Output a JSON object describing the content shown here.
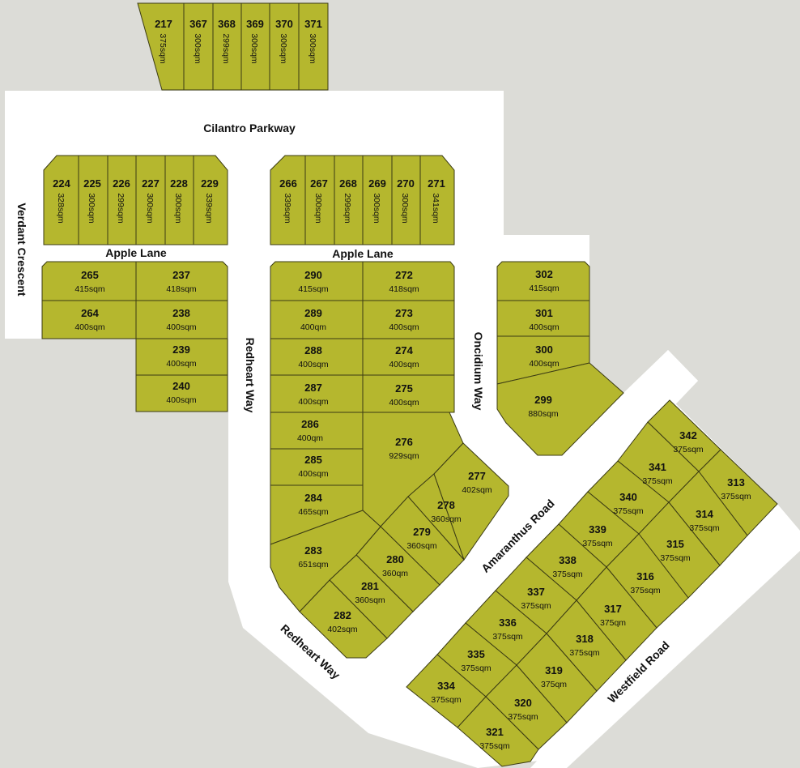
{
  "roads": {
    "cilantro": "Cilantro Parkway",
    "verdant": "Verdant Crescent",
    "apple_left": "Apple Lane",
    "apple_right": "Apple Lane",
    "redheart_v": "Redheart Way",
    "redheart_d": "Redheart Way",
    "oncidium": "Oncidium Way",
    "amaranthus": "Amaranthus Road",
    "westfield": "Westfield Road"
  },
  "lots": {
    "217": {
      "num": "217",
      "area": "375sqm"
    },
    "367": {
      "num": "367",
      "area": "300sqm"
    },
    "368": {
      "num": "368",
      "area": "299sqm"
    },
    "369": {
      "num": "369",
      "area": "300sqm"
    },
    "370": {
      "num": "370",
      "area": "300sqm"
    },
    "371": {
      "num": "371",
      "area": "300sqm"
    },
    "224": {
      "num": "224",
      "area": "328sqm"
    },
    "225": {
      "num": "225",
      "area": "300sqm"
    },
    "226": {
      "num": "226",
      "area": "299sqm"
    },
    "227": {
      "num": "227",
      "area": "300sqm"
    },
    "228": {
      "num": "228",
      "area": "300sqm"
    },
    "229": {
      "num": "229",
      "area": "339sqm"
    },
    "266": {
      "num": "266",
      "area": "339sqm"
    },
    "267": {
      "num": "267",
      "area": "300sqm"
    },
    "268": {
      "num": "268",
      "area": "299sqm"
    },
    "269": {
      "num": "269",
      "area": "300sqm"
    },
    "270": {
      "num": "270",
      "area": "300sqm"
    },
    "271": {
      "num": "271",
      "area": "341sqm"
    },
    "265": {
      "num": "265",
      "area": "415sqm"
    },
    "237": {
      "num": "237",
      "area": "418sqm"
    },
    "264": {
      "num": "264",
      "area": "400sqm"
    },
    "238": {
      "num": "238",
      "area": "400sqm"
    },
    "239": {
      "num": "239",
      "area": "400sqm"
    },
    "240": {
      "num": "240",
      "area": "400sqm"
    },
    "290": {
      "num": "290",
      "area": "415sqm"
    },
    "272": {
      "num": "272",
      "area": "418sqm"
    },
    "289": {
      "num": "289",
      "area": "400qm"
    },
    "273": {
      "num": "273",
      "area": "400sqm"
    },
    "288": {
      "num": "288",
      "area": "400sqm"
    },
    "274": {
      "num": "274",
      "area": "400sqm"
    },
    "287": {
      "num": "287",
      "area": "400sqm"
    },
    "275": {
      "num": "275",
      "area": "400sqm"
    },
    "286": {
      "num": "286",
      "area": "400qm"
    },
    "285": {
      "num": "285",
      "area": "400sqm"
    },
    "284": {
      "num": "284",
      "area": "465sqm"
    },
    "276": {
      "num": "276",
      "area": "929sqm"
    },
    "277": {
      "num": "277",
      "area": "402sqm"
    },
    "278": {
      "num": "278",
      "area": "360sqm"
    },
    "279": {
      "num": "279",
      "area": "360sqm"
    },
    "280": {
      "num": "280",
      "area": "360qm"
    },
    "281": {
      "num": "281",
      "area": "360sqm"
    },
    "282": {
      "num": "282",
      "area": "402sqm"
    },
    "283": {
      "num": "283",
      "area": "651sqm"
    },
    "302": {
      "num": "302",
      "area": "415sqm"
    },
    "301": {
      "num": "301",
      "area": "400sqm"
    },
    "300": {
      "num": "300",
      "area": "400sqm"
    },
    "299": {
      "num": "299",
      "area": "880sqm"
    },
    "342": {
      "num": "342",
      "area": "375sqm"
    },
    "341": {
      "num": "341",
      "area": "375sqm"
    },
    "313": {
      "num": "313",
      "area": "375sqm"
    },
    "340": {
      "num": "340",
      "area": "375sqm"
    },
    "314": {
      "num": "314",
      "area": "375sqm"
    },
    "339": {
      "num": "339",
      "area": "375sqm"
    },
    "315": {
      "num": "315",
      "area": "375sqm"
    },
    "338": {
      "num": "338",
      "area": "375sqm"
    },
    "316": {
      "num": "316",
      "area": "375sqm"
    },
    "337": {
      "num": "337",
      "area": "375sqm"
    },
    "317": {
      "num": "317",
      "area": "375qm"
    },
    "336": {
      "num": "336",
      "area": "375sqm"
    },
    "318": {
      "num": "318",
      "area": "375sqm"
    },
    "335": {
      "num": "335",
      "area": "375sqm"
    },
    "319": {
      "num": "319",
      "area": "375qm"
    },
    "334": {
      "num": "334",
      "area": "375sqm"
    },
    "320": {
      "num": "320",
      "area": "375sqm"
    },
    "321": {
      "num": "321",
      "area": "375sqm"
    }
  },
  "colors": {
    "lot": "#b5b72e",
    "road": "#ffffff",
    "background": "#dcdcd7",
    "outline": "#3b3b14"
  }
}
